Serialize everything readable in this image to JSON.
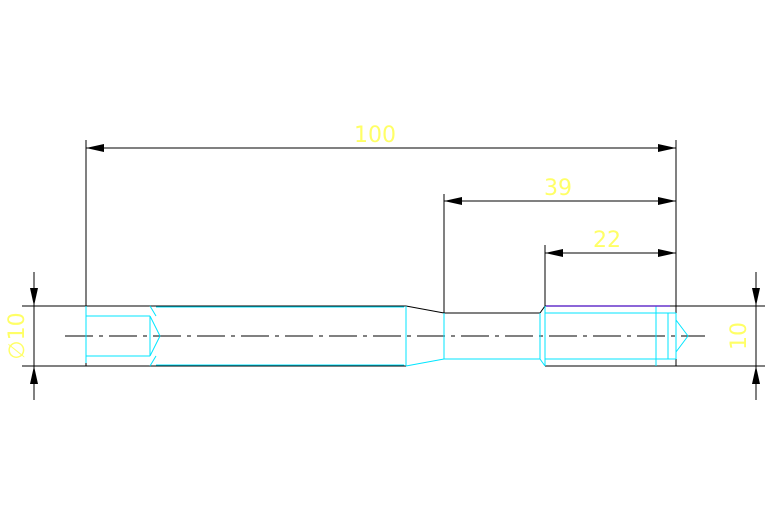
{
  "drawing": {
    "dimensions": {
      "overall_length": "100",
      "length_39": "39",
      "length_22": "22",
      "diameter_left": "∅10",
      "right_height": "10"
    },
    "colors": {
      "background": "#ffffff",
      "dimension_text": "#ffff66",
      "outline": "#000000",
      "part_lines": "#00e5ff",
      "edge_highlight": "#6633cc"
    }
  }
}
